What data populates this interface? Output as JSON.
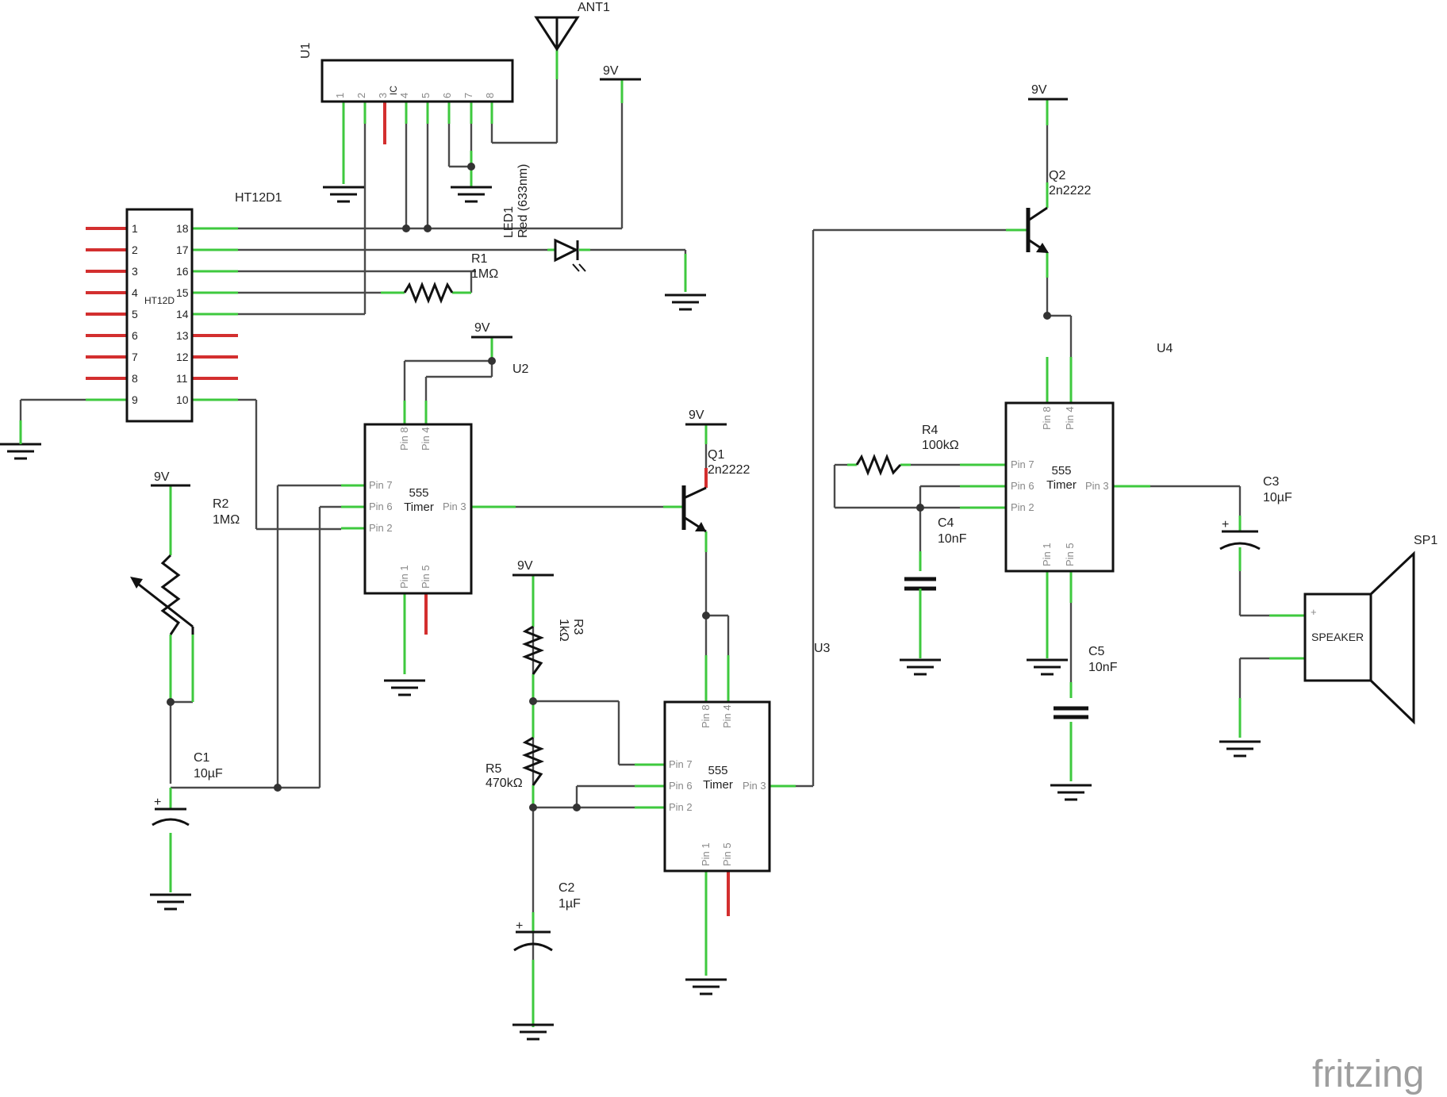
{
  "colors": {
    "wire": "#4a4a4a",
    "pin_connected": "#3ec93e",
    "pin_unconnected": "#d32f2f",
    "body": "#111111",
    "watermark": "#9e9e9e"
  },
  "parts": {
    "u1": {
      "ref": "U1",
      "body": "IC",
      "pins": [
        "1",
        "2",
        "3",
        "4",
        "5",
        "6",
        "7",
        "8"
      ]
    },
    "ant1": {
      "ref": "ANT1"
    },
    "ht12d1": {
      "ref": "HT12D1",
      "body": "HT12D",
      "left_pins": [
        "1",
        "2",
        "3",
        "4",
        "5",
        "6",
        "7",
        "8",
        "9"
      ],
      "right_pins": [
        "18",
        "17",
        "16",
        "15",
        "14",
        "13",
        "12",
        "11",
        "10"
      ]
    },
    "led1": {
      "ref": "LED1",
      "value": "Red (633nm)"
    },
    "r1": {
      "ref": "R1",
      "value": "1MΩ"
    },
    "r2": {
      "ref": "R2",
      "value": "1MΩ"
    },
    "r3": {
      "ref": "R3",
      "value": "1kΩ"
    },
    "r4": {
      "ref": "R4",
      "value": "100kΩ"
    },
    "r5": {
      "ref": "R5",
      "value": "470kΩ"
    },
    "c1": {
      "ref": "C1",
      "value": "10µF"
    },
    "c2": {
      "ref": "C2",
      "value": "1µF"
    },
    "c3": {
      "ref": "C3",
      "value": "10µF"
    },
    "c4": {
      "ref": "C4",
      "value": "10nF"
    },
    "c5": {
      "ref": "C5",
      "value": "10nF"
    },
    "q1": {
      "ref": "Q1",
      "value": "2n2222"
    },
    "q2": {
      "ref": "Q2",
      "value": "2n2222"
    },
    "u2": {
      "ref": "U2"
    },
    "u3": {
      "ref": "U3"
    },
    "u4": {
      "ref": "U4"
    },
    "sp1": {
      "ref": "SP1",
      "body": "SPEAKER"
    }
  },
  "timer": {
    "line1": "555",
    "line2": "Timer",
    "pins": {
      "p7": "Pin 7",
      "p6": "Pin 6",
      "p2": "Pin 2",
      "p3": "Pin 3",
      "p8": "Pin 8",
      "p4": "Pin 4",
      "p1": "Pin 1",
      "p5": "Pin 5"
    }
  },
  "supply_label": "9V",
  "watermark": "fritzing"
}
